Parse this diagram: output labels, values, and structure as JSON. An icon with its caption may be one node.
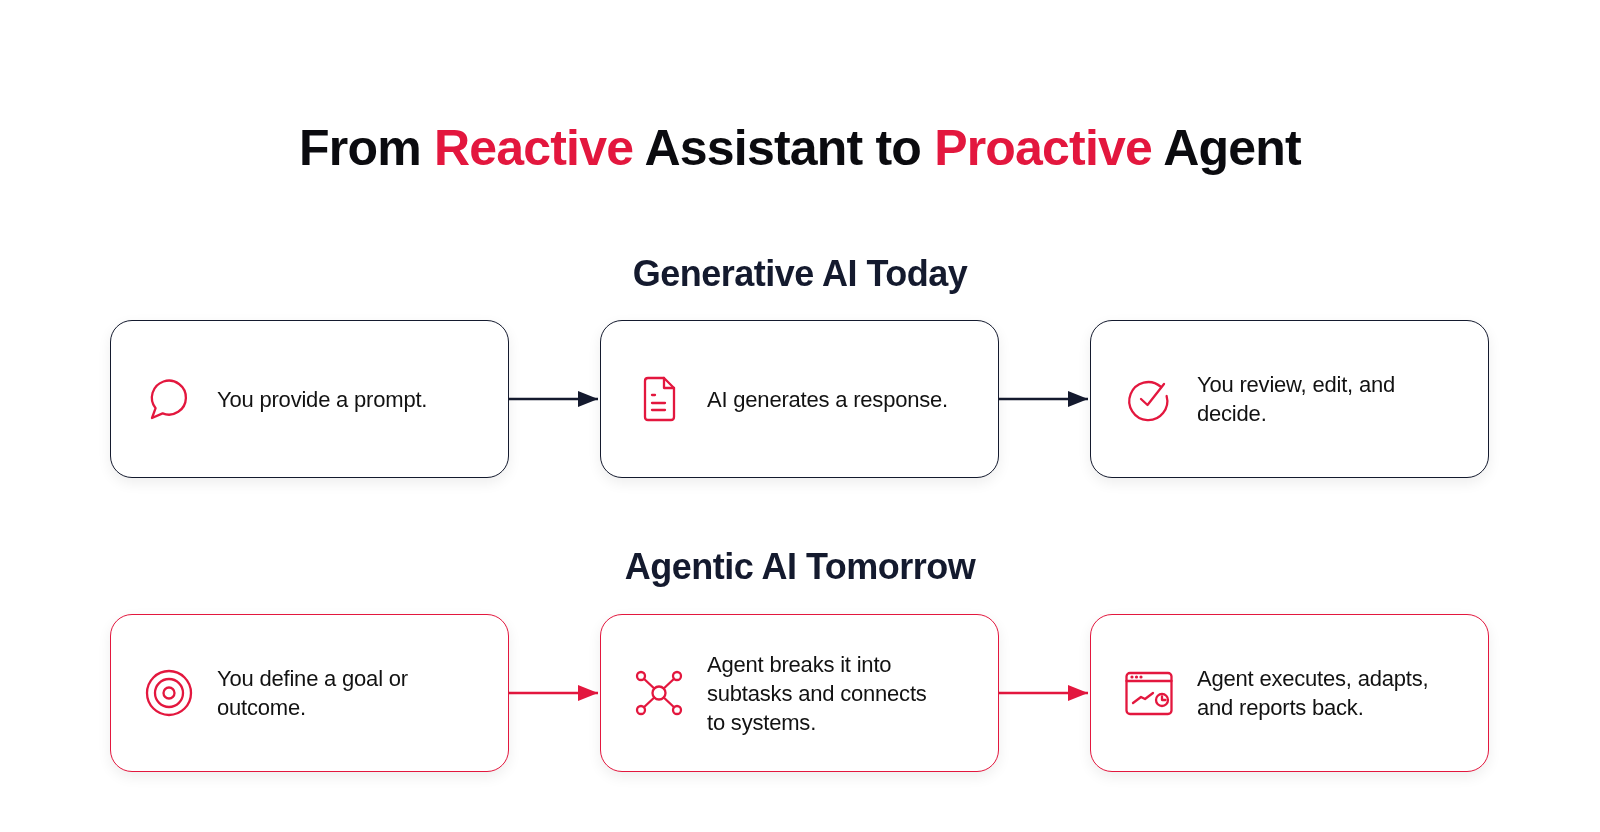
{
  "diagram": {
    "title": "From **Reactive** Assistant to **Proactive** Agent",
    "nodes": [
      {
        "text": [
          "You provide a prompt."
        ]
      },
      {
        "text": [
          "AI generates a response."
        ]
      },
      {
        "text": [
          "You review, edit, and decide."
        ]
      },
      {
        "text": [
          "You define a goal or outcome."
        ]
      },
      {
        "text": [
          "Agent breaks it into subtasks and connects to systems."
        ]
      },
      {
        "text": [
          "Agent executes, adapts, and reports back."
        ]
      }
    ],
    "edges": [
      {
        "from": 0,
        "to": 1,
        "arrow": "to"
      },
      {
        "from": 1,
        "to": 2,
        "arrow": "to"
      },
      {
        "from": 3,
        "to": 4,
        "arrow": "to",
        "color": "#e3173e"
      },
      {
        "from": 4,
        "to": 5,
        "arrow": "to",
        "color": "#e3173e"
      }
    ],
    "labels": [
      "Generative AI Today",
      "Agentic AI Tomorrow"
    ]
  }
}
